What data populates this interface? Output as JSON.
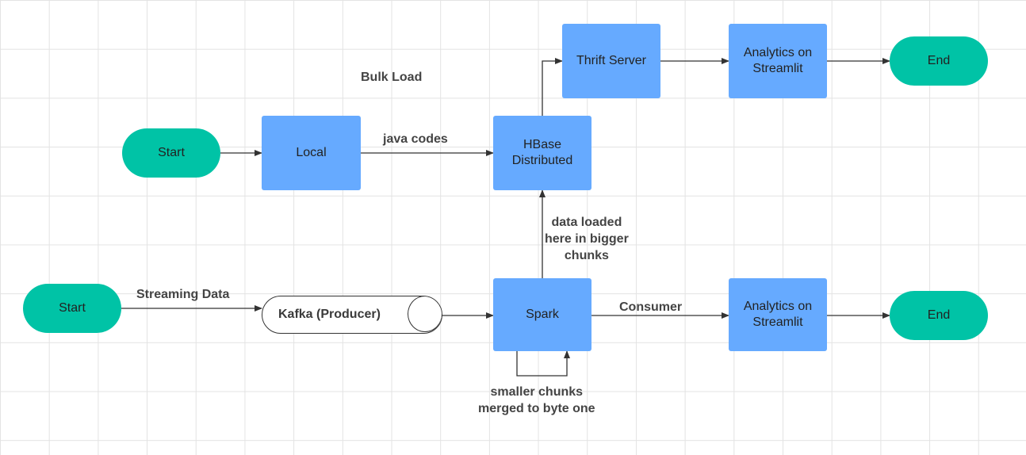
{
  "diagram": {
    "nodes": {
      "start_top": "Start",
      "local": "Local",
      "hbase": "HBase\nDistributed",
      "thrift": "Thrift Server",
      "analytics_top": "Analytics on\nStreamlit",
      "end_top": "End",
      "start_bottom": "Start",
      "kafka": "Kafka (Producer)",
      "spark": "Spark",
      "analytics_bottom": "Analytics on\nStreamlit",
      "end_bottom": "End"
    },
    "labels": {
      "bulk_load": "Bulk Load",
      "java_codes": "java codes",
      "data_loaded": "data loaded\nhere in bigger\nchunks",
      "streaming_data": "Streaming Data",
      "consumer": "Consumer",
      "smaller_chunks": "smaller chunks\nmerged to byte one"
    },
    "edges": [
      {
        "from": "start_top",
        "to": "local"
      },
      {
        "from": "local",
        "to": "hbase",
        "label": "java codes"
      },
      {
        "from": "hbase",
        "to": "thrift"
      },
      {
        "from": "thrift",
        "to": "analytics_top"
      },
      {
        "from": "analytics_top",
        "to": "end_top"
      },
      {
        "from": "start_bottom",
        "to": "kafka",
        "label": "Streaming Data"
      },
      {
        "from": "kafka",
        "to": "spark"
      },
      {
        "from": "spark",
        "to": "analytics_bottom",
        "label": "Consumer"
      },
      {
        "from": "analytics_bottom",
        "to": "end_bottom"
      },
      {
        "from": "spark",
        "to": "hbase",
        "label": "data loaded here in bigger chunks"
      },
      {
        "from": "spark",
        "to": "spark",
        "label": "smaller chunks merged to byte one"
      }
    ],
    "colors": {
      "process": "#66aaff",
      "terminal": "#00c3a6",
      "line": "#333333",
      "grid": "#e3e3e3"
    }
  }
}
